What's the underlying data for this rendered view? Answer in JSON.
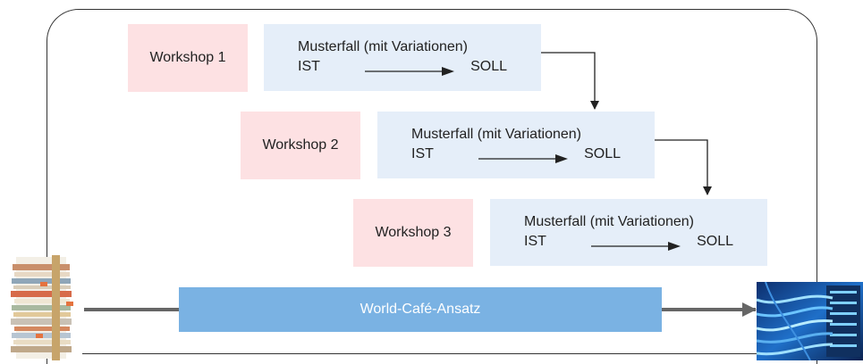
{
  "workshops": [
    {
      "label": "Workshop 1",
      "case_title": "Musterfall (mit Variationen)",
      "ist": "IST",
      "soll": "SOLL"
    },
    {
      "label": "Workshop 2",
      "case_title": "Musterfall (mit Variationen)",
      "ist": "IST",
      "soll": "SOLL"
    },
    {
      "label": "Workshop 3",
      "case_title": "Musterfall (mit Variationen)",
      "ist": "IST",
      "soll": "SOLL"
    }
  ],
  "flow": {
    "label": "World-Café-Ansatz"
  },
  "colors": {
    "workshop_fill": "#fde1e3",
    "case_fill": "#e5eef9",
    "flow_fill": "#7ab2e3",
    "flow_arrow": "#666666",
    "line": "#333333"
  },
  "icons": {
    "left": "paper-stack-icon",
    "right": "network-cables-icon"
  }
}
